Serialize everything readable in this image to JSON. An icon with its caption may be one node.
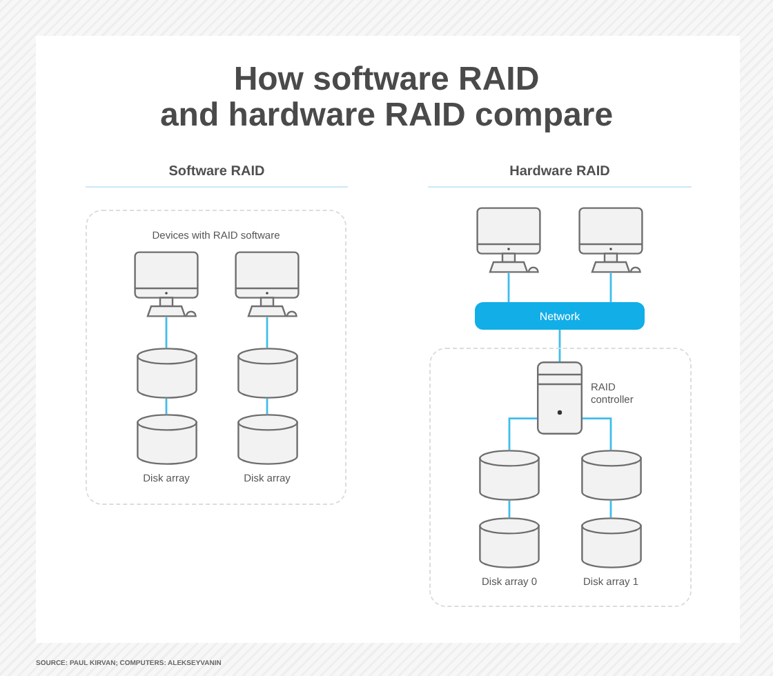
{
  "diagram": {
    "title": "How software RAID and hardware RAID compare",
    "nodes": [
      {
        "text": [
          "Devices with RAID software"
        ]
      },
      {
        "text": [],
        "shape": "picture",
        "in": 0
      },
      {
        "text": [],
        "shape": "picture",
        "in": 0
      },
      {
        "text": [],
        "shape": "cylinder",
        "in": 0
      },
      {
        "text": [],
        "shape": "cylinder",
        "in": 0
      },
      {
        "text": [],
        "shape": "cylinder",
        "in": 0,
        "beside": [
          "Disk array"
        ]
      },
      {
        "text": [],
        "shape": "cylinder",
        "in": 0,
        "beside": [
          "Disk array"
        ]
      },
      {
        "text": [],
        "shape": "picture"
      },
      {
        "text": [],
        "shape": "picture"
      },
      {
        "text": [
          "Network"
        ]
      },
      {
        "text": [],
        "shape": "box"
      },
      {
        "text": [],
        "shape": "picture",
        "in": 10,
        "beside": [
          "RAID controller"
        ]
      },
      {
        "text": [],
        "shape": "cylinder",
        "in": 10
      },
      {
        "text": [],
        "shape": "cylinder",
        "in": 10
      },
      {
        "text": [],
        "shape": "cylinder",
        "in": 10,
        "beside": [
          "Disk array 0"
        ]
      },
      {
        "text": [],
        "shape": "cylinder",
        "in": 10,
        "beside": [
          "Disk array 1"
        ]
      }
    ],
    "edges": [
      {
        "from": 1,
        "to": 3,
        "arrow": "none"
      },
      {
        "from": 3,
        "to": 5,
        "arrow": "none"
      },
      {
        "from": 2,
        "to": 4,
        "arrow": "none"
      },
      {
        "from": 4,
        "to": 6,
        "arrow": "none"
      },
      {
        "from": 7,
        "to": 9,
        "arrow": "none"
      },
      {
        "from": 8,
        "to": 9,
        "arrow": "none"
      },
      {
        "from": 9,
        "to": 11,
        "arrow": "none"
      },
      {
        "from": 11,
        "to": 12,
        "arrow": "none"
      },
      {
        "from": 11,
        "to": 13,
        "arrow": "none"
      },
      {
        "from": 12,
        "to": 14,
        "arrow": "none"
      },
      {
        "from": 13,
        "to": 15,
        "arrow": "none"
      }
    ],
    "labels": [
      "Software RAID",
      "Hardware RAID",
      "SOURCE: PAUL KIRVAN; COMPUTERS: ALEKSEYVANIN"
    ]
  }
}
